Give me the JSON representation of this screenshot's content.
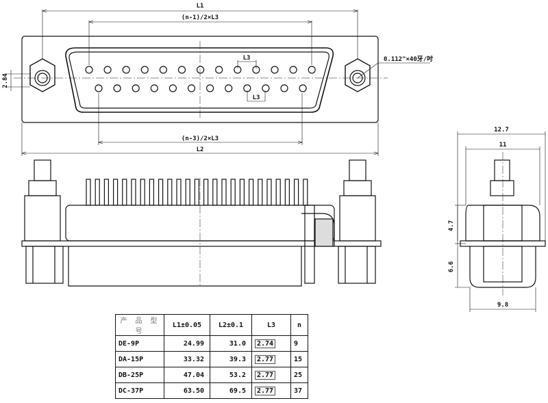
{
  "drawing": {
    "labels": {
      "l1": "L1",
      "l2": "L2",
      "top_pitch": "(n-1)/2×L3",
      "bottom_pitch": "(n-3)/2×L3",
      "l3_upper": "L3",
      "l3_lower": "L3",
      "offset": "2.84",
      "thread": "0.112\"×40牙/吋",
      "side_width_outer": "12.7",
      "side_width_inner": "11",
      "side_height_upper": "4.7",
      "side_height_lower": "6.6",
      "side_bottom_width": "9.8"
    }
  },
  "table": {
    "headers": [
      "产 品 型 号",
      "L1±0.05",
      "L2±0.1",
      "L3",
      "n"
    ],
    "rows": [
      {
        "model": "DE-9P",
        "l1": "24.99",
        "l2": "31.0",
        "l3": "2.74",
        "n": "9"
      },
      {
        "model": "DA-15P",
        "l1": "33.32",
        "l2": "39.3",
        "l3": "2.77",
        "n": "15"
      },
      {
        "model": "DB-25P",
        "l1": "47.04",
        "l2": "53.2",
        "l3": "2.77",
        "n": "25"
      },
      {
        "model": "DC-37P",
        "l1": "63.50",
        "l2": "69.5",
        "l3": "2.77",
        "n": "37"
      }
    ]
  }
}
